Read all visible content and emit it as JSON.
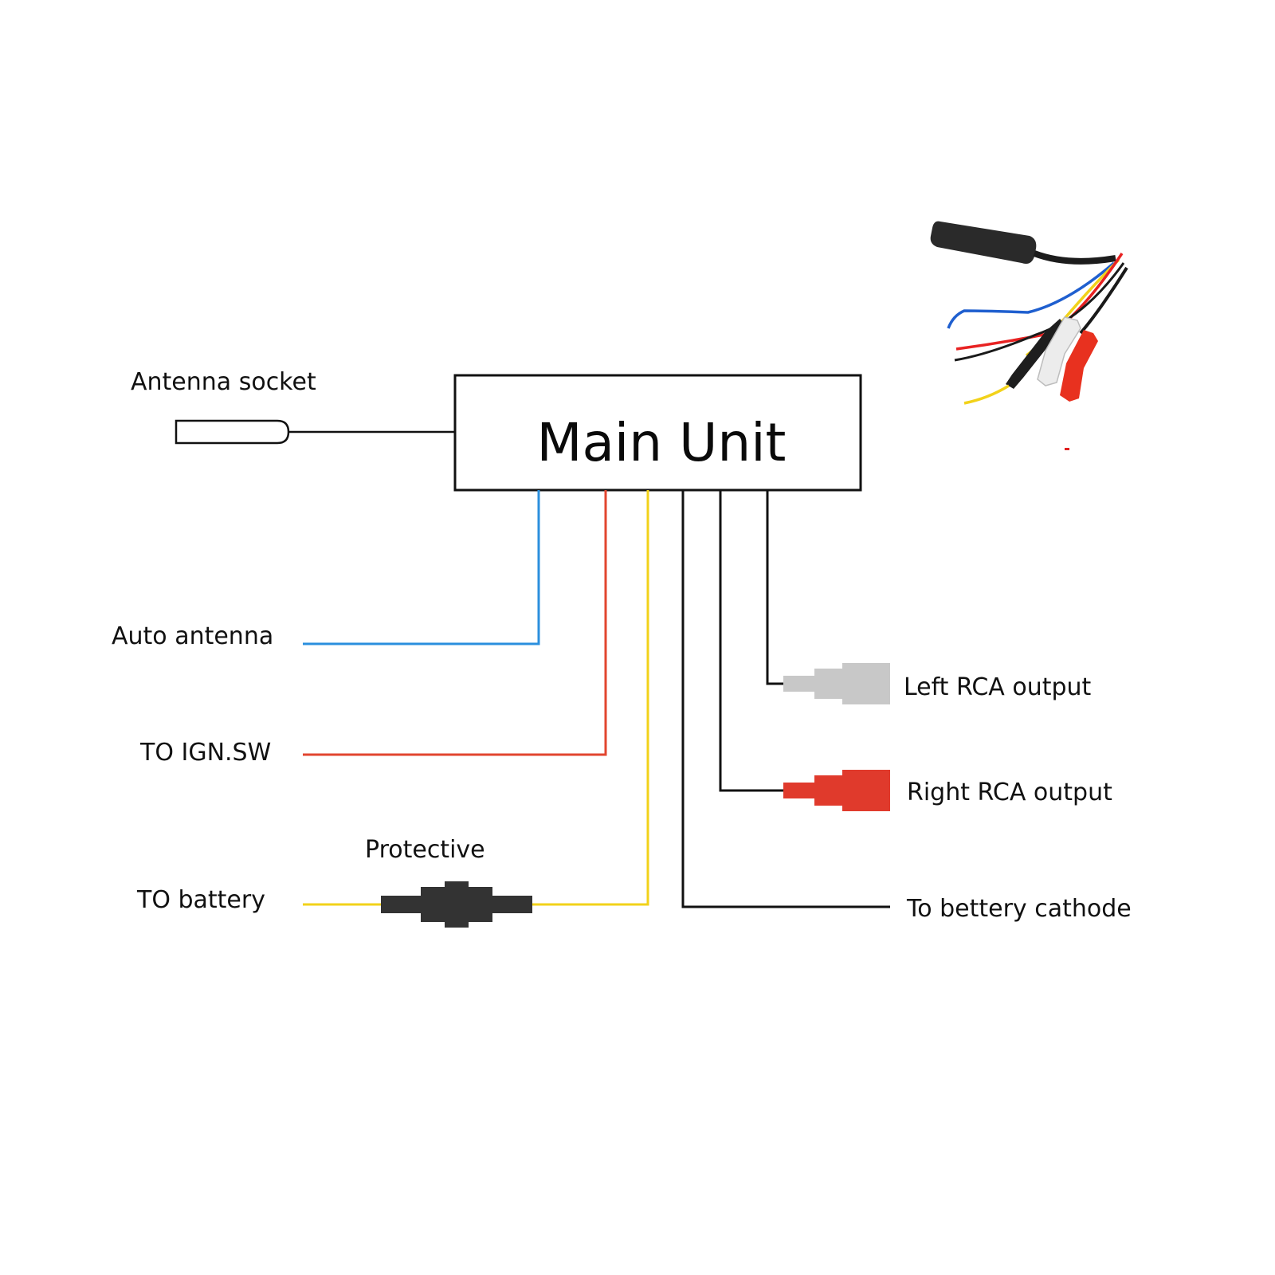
{
  "diagram": {
    "main_unit": {
      "label": "Main Unit"
    },
    "labels": {
      "antenna_socket": "Antenna socket",
      "auto_antenna": "Auto antenna",
      "ign_sw": "TO IGN.SW",
      "battery": "TO battery",
      "protective": "Protective",
      "left_rca": "Left RCA output",
      "right_rca": "Right RCA output",
      "battery_cathode": "To bettery cathode"
    },
    "colors": {
      "line_black": "#111111",
      "wire_blue": "#2b8fde",
      "wire_red": "#e2452f",
      "wire_yellow": "#f2d21a",
      "left_rca": "#c8c8c8",
      "right_rca": "#e03a2c",
      "fuse": "#333333"
    },
    "photo": {
      "icon": "wiring-harness-photo"
    }
  }
}
